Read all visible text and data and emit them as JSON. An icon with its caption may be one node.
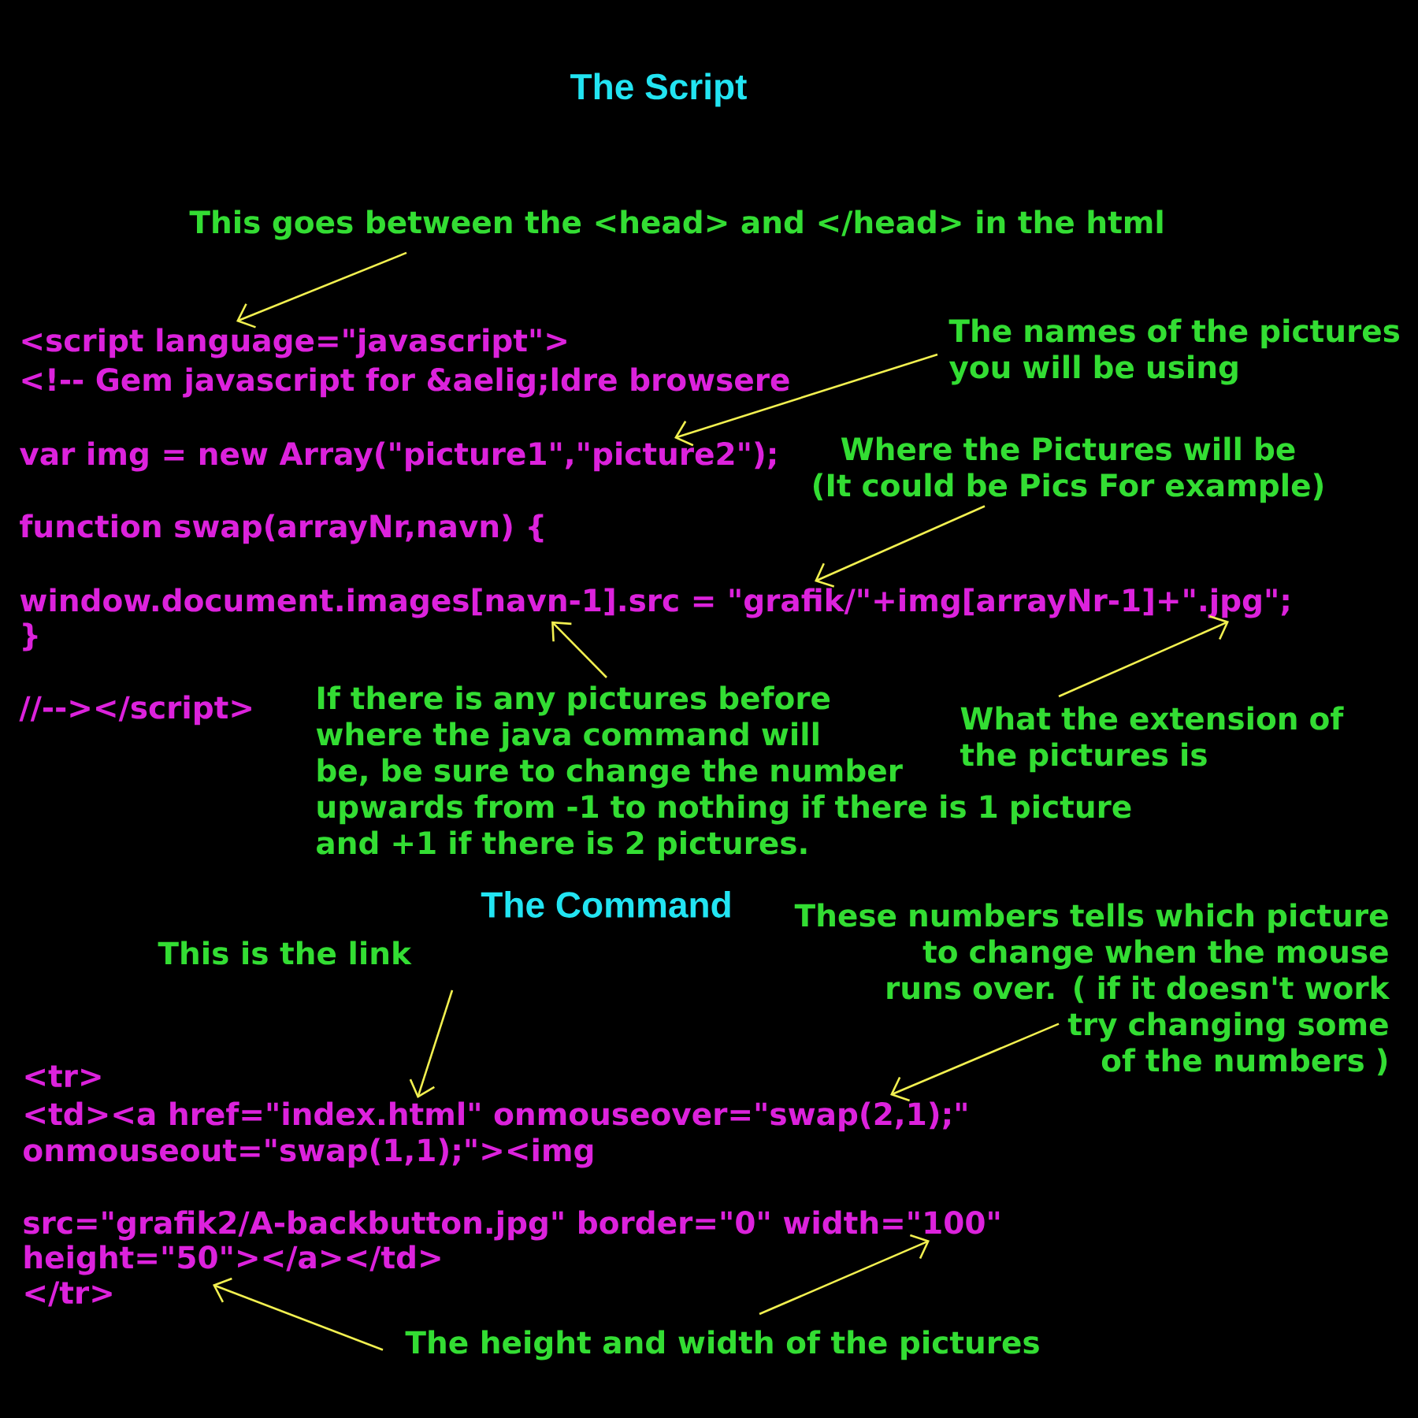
{
  "diagram": {
    "title": "The Script",
    "nodes": [
      {
        "text": [
          "This goes between the <head> and </head> in the html"
        ]
      },
      {
        "text": [
          "<script language=\"javascript\">"
        ]
      },
      {
        "text": [
          "The names of the pictures you will be using"
        ]
      },
      {
        "text": [
          "<!-- Gem javascript for &aelig;ldre browsere"
        ]
      },
      {
        "text": [
          "Where the Pictures will be (It could be Pics For example)"
        ]
      },
      {
        "text": [
          "var img = new Array(\"picture1\",\"picture2\");"
        ]
      },
      {
        "text": [
          "function swap(arrayNr,navn) {"
        ]
      },
      {
        "text": [
          "window.document.images[navn-1].src = \"grafik/\"+img[arrayNr-1]+\".jpg\";"
        ]
      },
      {
        "text": [
          "}"
        ]
      },
      {
        "text": [
          "//--></script>"
        ]
      },
      {
        "text": [
          "If there is any pictures before where the java command will be, be sure to change the number upwards from -1 to nothing if there is 1 picture and +1 if there is 2 pictures."
        ]
      },
      {
        "text": [
          "What the extension of the pictures is"
        ]
      },
      {
        "text": [
          "This is the link"
        ]
      },
      {
        "text": [
          "These numbers tells which picture to change when the mouse runs over. ( if it doesn't work try changing some of the numbers )"
        ]
      },
      {
        "text": [
          "<tr>"
        ]
      },
      {
        "text": [
          "<td><a href=\"index.html\" onmouseover=\"swap(2,1);\""
        ]
      },
      {
        "text": [
          "onmouseout=\"swap(1,1);\"><img"
        ]
      },
      {
        "text": [
          "src=\"grafik2/A-backbutton.jpg\" border=\"0\" width=\"100\""
        ]
      },
      {
        "text": [
          "height=\"50\"></a></td>"
        ]
      },
      {
        "text": [
          "</tr>"
        ]
      },
      {
        "text": [
          "The height and width of the pictures"
        ]
      }
    ],
    "edges": [
      {
        "from": 0,
        "to": 1,
        "arrow": "to"
      },
      {
        "from": 2,
        "to": 5,
        "arrow": "to"
      },
      {
        "from": 4,
        "to": 7,
        "arrow": "to"
      },
      {
        "from": 10,
        "to": 7,
        "arrow": "to"
      },
      {
        "from": 11,
        "to": 7,
        "arrow": "to"
      },
      {
        "from": 12,
        "to": 15,
        "arrow": "to"
      },
      {
        "from": 13,
        "to": 15,
        "arrow": "to"
      },
      {
        "from": 20,
        "to": 18,
        "arrow": "to"
      },
      {
        "from": 20,
        "to": 17,
        "arrow": "to"
      }
    ],
    "labels": [
      "The Command"
    ]
  }
}
